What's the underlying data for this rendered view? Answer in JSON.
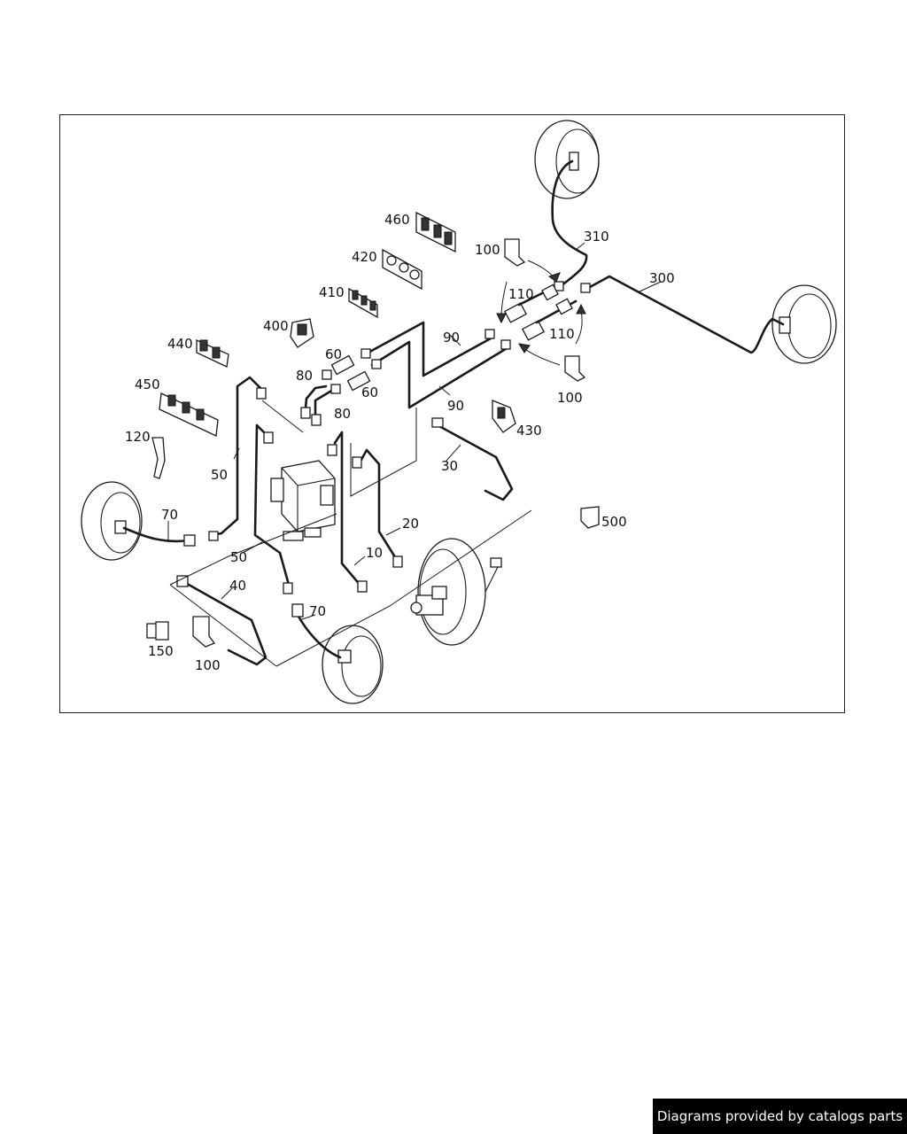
{
  "callouts": {
    "c460": "460",
    "c420": "420",
    "c410": "410",
    "c400": "400",
    "c440": "440",
    "c450": "450",
    "c120": "120",
    "c100_top": "100",
    "c110_a": "110",
    "c110_b": "110",
    "c310": "310",
    "c300": "300",
    "c100_right": "100",
    "c90_a": "90",
    "c90_b": "90",
    "c60_a": "60",
    "c60_b": "60",
    "c80_a": "80",
    "c80_b": "80",
    "c430": "430",
    "c30": "30",
    "c50_a": "50",
    "c50_b": "50",
    "c70_a": "70",
    "c70_b": "70",
    "c20": "20",
    "c10": "10",
    "c40": "40",
    "c500": "500",
    "c150": "150",
    "c100_bottom": "100"
  },
  "footer": {
    "credit": "Diagrams provided by catalogs parts"
  }
}
